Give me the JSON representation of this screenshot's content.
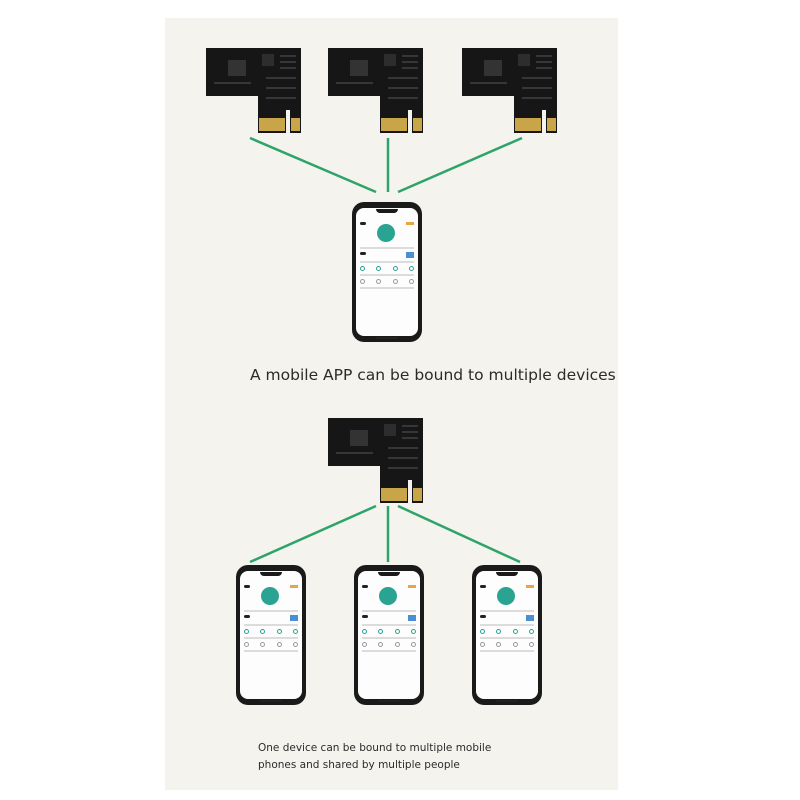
{
  "captions": {
    "top": "A mobile APP can be bound to multiple devices",
    "bottom_line1": "One device can be bound to multiple mobile",
    "bottom_line2": "phones and shared by multiple people"
  },
  "colors": {
    "connector": "#2ea36a",
    "board": "#161616",
    "gold_finger": "#c9a54a",
    "app_accent": "#2aa392"
  },
  "icons": [
    "pcie-card-icon",
    "smartphone-icon"
  ]
}
